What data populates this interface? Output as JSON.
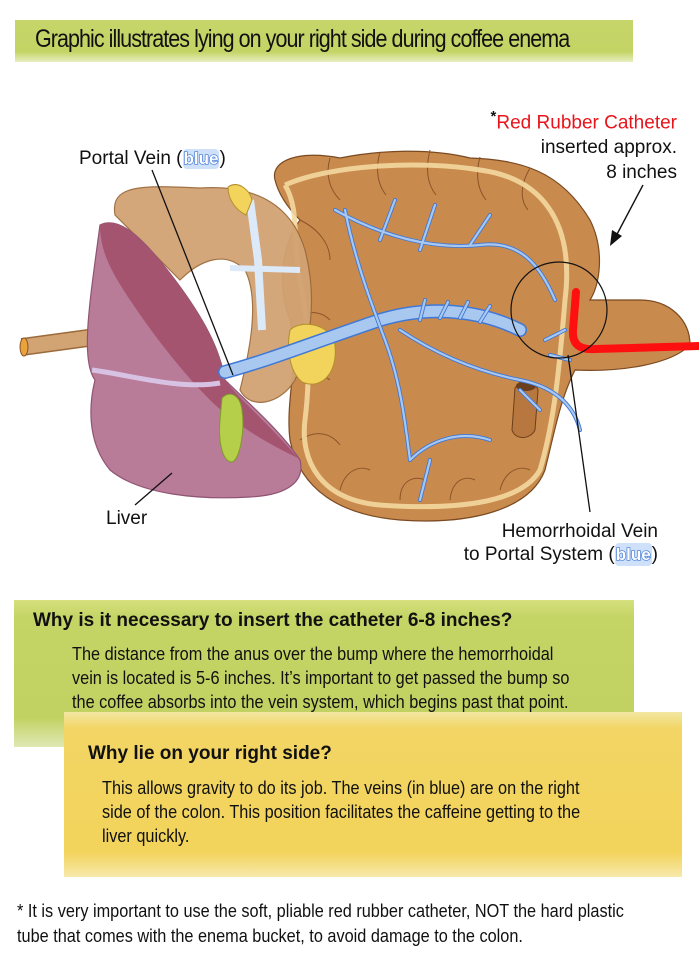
{
  "title": "Graphic illustrates lying on your right side during coffee enema",
  "labels": {
    "portal_vein": {
      "text": "Portal Vein (",
      "blue_word": "blue",
      "close": ")"
    },
    "catheter": {
      "asterisk": "*",
      "name": "Red Rubber Catheter",
      "line2": "inserted approx.",
      "line3": "8 inches"
    },
    "liver": "Liver",
    "hemorrhoidal": {
      "line1": "Hemorrhoidal Vein",
      "line2": "to Portal System (",
      "blue_word": "blue",
      "close": ")"
    }
  },
  "colors": {
    "title_bar": "#c3d464",
    "green_box": "#c1d262",
    "yellow_box": "#f2d35b",
    "catheter_red": "#ff1010",
    "vein_blue": "#a8c8f0",
    "vein_outline": "#3f78d6",
    "colon_brown": "#c98a4e",
    "liver_purple": "#b87b98"
  },
  "box1": {
    "heading": "Why is it necessary to insert the catheter 6-8 inches?",
    "body": [
      "The distance from the anus over the bump where the hemorrhoidal",
      "vein is located is 5-6 inches. It’s important to get passed the bump so",
      "the coffee absorbs into the vein system, which begins past that point."
    ]
  },
  "box2": {
    "heading": "Why lie on your right side?",
    "body": [
      "This allows gravity to do its job. The veins (in blue) are on the right",
      "side of the colon. This position facilitates the caffeine getting to the",
      "liver quickly."
    ]
  },
  "footnote": [
    "* It is very important to use the soft, pliable red rubber catheter, NOT the hard plastic",
    "tube that comes with the enema bucket, to avoid damage to the colon."
  ]
}
